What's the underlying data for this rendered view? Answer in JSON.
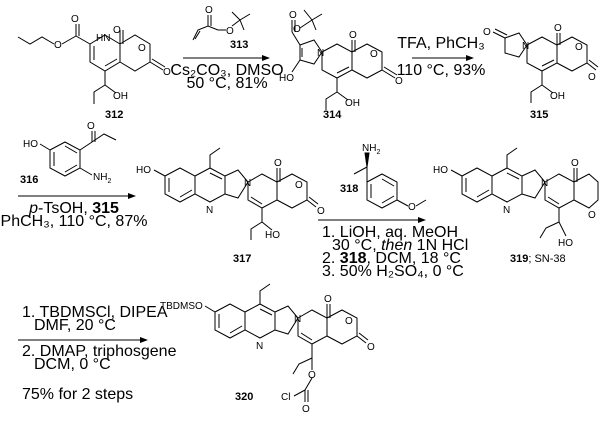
{
  "compounds": {
    "c312": "312",
    "c313": "313",
    "c314": "314",
    "c315": "315",
    "c316": "316",
    "c317": "317",
    "c318": "318",
    "c319": "319",
    "c319_name": "; SN-38",
    "c320": "320"
  },
  "atoms": {
    "O": "O",
    "OH": "OH",
    "HO": "HO",
    "N": "N",
    "HN": "HN",
    "NH2": "NH",
    "NH2_sub": "2",
    "TBDMSO": "TBDMSO",
    "Cl": "Cl"
  },
  "steps": {
    "s1": {
      "reagent_id": "313",
      "line1": "Cs₂CO₃, DMSO",
      "line2": "50 °C, 81%"
    },
    "s2": {
      "line1": "TFA, PhCH₃",
      "line2": "110 °C, 93%"
    },
    "s3": {
      "reagent_id": "316",
      "line1a": "p",
      "line1b": "-TsOH, ",
      "line1c": "315",
      "line2": "PhCH₃, 110 °C, 87%"
    },
    "s4": {
      "reagent_id": "318",
      "l1": "1. LiOH, aq. MeOH",
      "l2a": "30 °C, ",
      "l2b": "then",
      "l2c": " 1N HCl",
      "l3a": "2. ",
      "l3b": "318",
      "l3c": ", DCM, 18 °C",
      "l4": "3. 50% H₂SO₄, 0 °C"
    },
    "s5": {
      "l1": "1. TBDMSCl, DIPEA",
      "l2": "DMF, 20 °C",
      "l3": "2. DMAP, triphosgene",
      "l4": "DCM, 0 °C",
      "yield": "75% for 2 steps"
    }
  }
}
